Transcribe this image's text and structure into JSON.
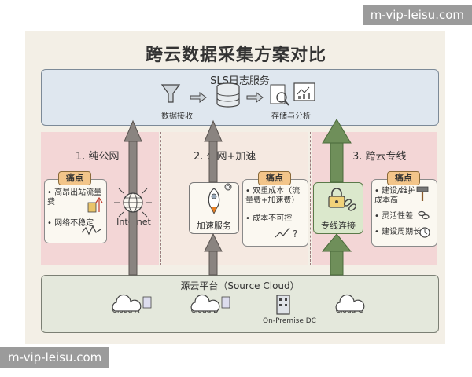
{
  "watermark": {
    "top": "m-vip-leisu.com",
    "bottom": "m-vip-leisu.com"
  },
  "title": "跨云数据采集方案对比",
  "sls": {
    "title": "SLS日志服务",
    "receive_label": "数据接收",
    "store_label": "存储与分析"
  },
  "columns": [
    {
      "title": "1. 纯公网",
      "pain_tag": "痛点",
      "pain_points": [
        "• 高昂出站流量",
        "  费",
        "• 网络不稳定"
      ],
      "node_label": "Internet"
    },
    {
      "title": "2. 公网+加速",
      "pain_tag": "痛点",
      "pain_points": [
        "• 双重成本（流",
        "  量费+加速费）",
        "• 成本不可控"
      ],
      "node_label": "加速服务"
    },
    {
      "title": "3. 跨云专线",
      "pain_tag": "痛点",
      "pain_points": [
        "• 建设/维护",
        "  成本高",
        "• 灵活性差",
        "• 建设周期长"
      ],
      "node_label": "专线连接"
    }
  ],
  "source": {
    "title": "源云平台（Source Cloud）",
    "items": [
      "Cloud A",
      "Cloud B",
      "On-Premise DC",
      "Cloud C"
    ]
  },
  "colors": {
    "sls_bg": "#dfe7ef",
    "pink": "#f3d6d6",
    "pain_tag": "#f3c58a",
    "green_arrow": "#6f8f5a",
    "gray_arrow": "#8a8480"
  },
  "icons": [
    "funnel-icon",
    "database-icon",
    "magnifier-chart-icon",
    "dashboard-icon",
    "globe-icon",
    "rocket-icon",
    "gear-icon",
    "lock-icon",
    "chain-icon",
    "hammer-icon",
    "cloud-icon",
    "building-icon"
  ]
}
